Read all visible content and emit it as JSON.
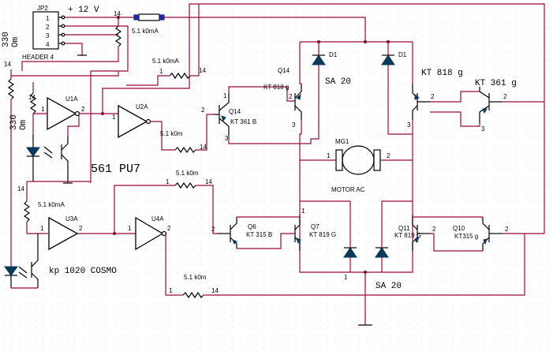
{
  "header": {
    "ref": "JP2",
    "name": "HEADER 4",
    "pins": [
      "1",
      "2",
      "3",
      "4"
    ]
  },
  "supply": {
    "label": "+ 12  V"
  },
  "resistors": {
    "r330_top": "330",
    "r330_top_unit": "Om",
    "r330_mid": "330",
    "r330_mid_unit": "Om",
    "r_fuse": "5.1 k0mA",
    "r_u1": "5.1 k0mA",
    "r_u2": "5.1 k0m",
    "r_q6": "5.1 k0m",
    "r_u3": "5.1 k0mA",
    "r_u4": "5.1 k0m"
  },
  "gates": {
    "u1": "U1A",
    "u2": "U2A",
    "u3": "U3A",
    "u4": "U4A"
  },
  "ic_label": "561  PU7",
  "optocoupler": "kp 1020 COSMO",
  "transistors": {
    "q14_top": "Q14",
    "q14_top_type": "KT 818 g",
    "q14_mid": "Q14",
    "q14_mid_type": "KT 361 B",
    "right_top_type": "KT 818  g",
    "right_mid_type": "KT 361  g",
    "q6": "Q6",
    "q6_type": "KT 315 B",
    "q7": "Q7",
    "q7_type": "KT 819 G",
    "q11": "Q11",
    "q11_type": "KT 819 G",
    "q10": "Q10",
    "q10_type": "KT315 g"
  },
  "diodes": {
    "d1_left": "D1",
    "d1_right": "D1",
    "top_pair": "SA 20",
    "bottom_pair": "SA 20"
  },
  "motor": {
    "ref": "MG1",
    "name": "MOTOR AC"
  },
  "pin_numbers": {
    "p1": "1",
    "p2": "2",
    "p3": "3",
    "p14": "14"
  }
}
